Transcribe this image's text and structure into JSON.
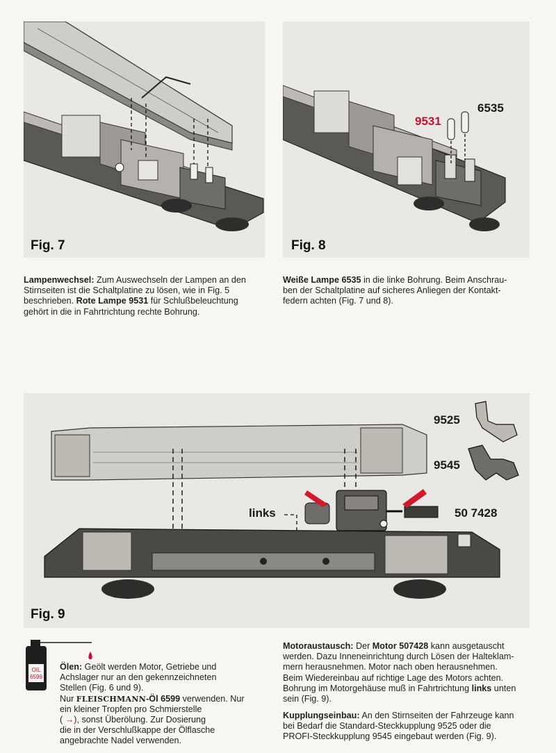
{
  "figures": {
    "fig7": {
      "label": "Fig. 7"
    },
    "fig8": {
      "label": "Fig. 8",
      "callout_red": "9531",
      "callout_black": "6535"
    },
    "fig9": {
      "label": "Fig. 9",
      "callout_9525": "9525",
      "callout_9545": "9545",
      "callout_links": "links",
      "callout_motor": "50 7428"
    }
  },
  "texts": {
    "lampenwechsel": {
      "heading": "Lampenwechsel:",
      "line1_rest": " Zum Auswechseln der Lampen an den",
      "line2": "Stirnseiten ist die Schaltplatine zu lösen, wie in Fig. 5",
      "line3_pre": "beschrieben. ",
      "line3_bold": "Rote Lampe 9531",
      "line3_post": " für Schlußbeleuchtung",
      "line4": "gehört in die in Fahrtrichtung rechte Bohrung."
    },
    "weisse_lampe": {
      "bold": "Weiße Lampe 6535",
      "line1_rest": " in die linke Bohrung. Beim Anschrau-",
      "line2": "ben der Schaltplatine auf sicheres Anliegen der Kontakt-",
      "line3": "federn achten (Fig. 7 und 8)."
    },
    "oelen": {
      "heading": "Ölen:",
      "line1_rest": " Geölt werden Motor, Getriebe und",
      "line2": "Achslager nur an den gekennzeichneten",
      "line3": "Stellen (Fig. 6 und 9).",
      "line4_pre": "Nur ",
      "line4_brand": "FLEISCHMANN",
      "line4_mid": "-Öl ",
      "line4_bold": "6599",
      "line4_post": " verwenden. Nur",
      "line5": "ein kleiner Tropfen pro Schmierstelle",
      "line6_pre": "( ",
      "line6_arrow": "→",
      "line6_post": "), sonst Überölung. Zur Dosierung",
      "line7": "die in der Verschlußkappe der Ölflasche",
      "line8": "angebrachte Nadel verwenden.",
      "bottle_label1": "OIL",
      "bottle_label2": "6599"
    },
    "motoraustausch": {
      "heading": "Motoraustausch:",
      "line1_mid": " Der ",
      "line1_bold": "Motor 507428",
      "line1_post": " kann ausgetauscht",
      "line2": "werden. Dazu Inneneinrichtung durch Lösen der Halteklam-",
      "line3": "mern herausnehmen. Motor nach oben herausnehmen.",
      "line4": "Beim Wiedereinbau auf richtige Lage des Motors achten.",
      "line5_pre": "Bohrung im Motorgehäuse muß in Fahrtrichtung ",
      "line5_bold": "links",
      "line5_post": " unten",
      "line6": "sein (Fig. 9)."
    },
    "kupplung": {
      "heading": "Kupplungseinbau:",
      "line1_rest": " An den Stirnseiten der Fahrzeuge kann",
      "line2": "bei Bedarf die Standard-Steckkupplung 9525 oder die",
      "line3": "PROFI-Steckkupplung 9545 eingebaut werden (Fig. 9)."
    }
  },
  "colors": {
    "accent_red": "#c8102e",
    "panel": "#e9e8e4",
    "paper": "#f7f6f2"
  }
}
